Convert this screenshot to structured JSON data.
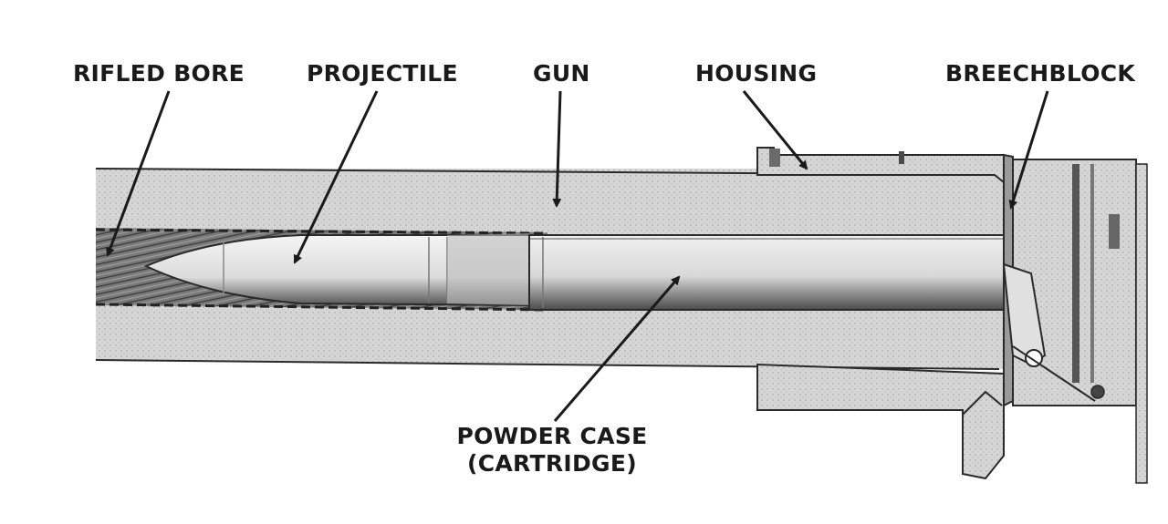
{
  "labels": {
    "rifled_bore": "RIFLED BORE",
    "projectile": "PROJECTILE",
    "gun": "GUN",
    "housing": "HOUSING",
    "breechblock": "BREECHBLOCK",
    "powder_case_line1": "POWDER CASE",
    "powder_case_line2": "(CARTRIDGE)"
  },
  "colors": {
    "ink": "#1a1a1a",
    "barrel": "#d2d2d2",
    "bore": "#8c8c8c",
    "projectile": "#ececec",
    "case": "#e2e2e2",
    "shadow": "#5a5a5a"
  }
}
